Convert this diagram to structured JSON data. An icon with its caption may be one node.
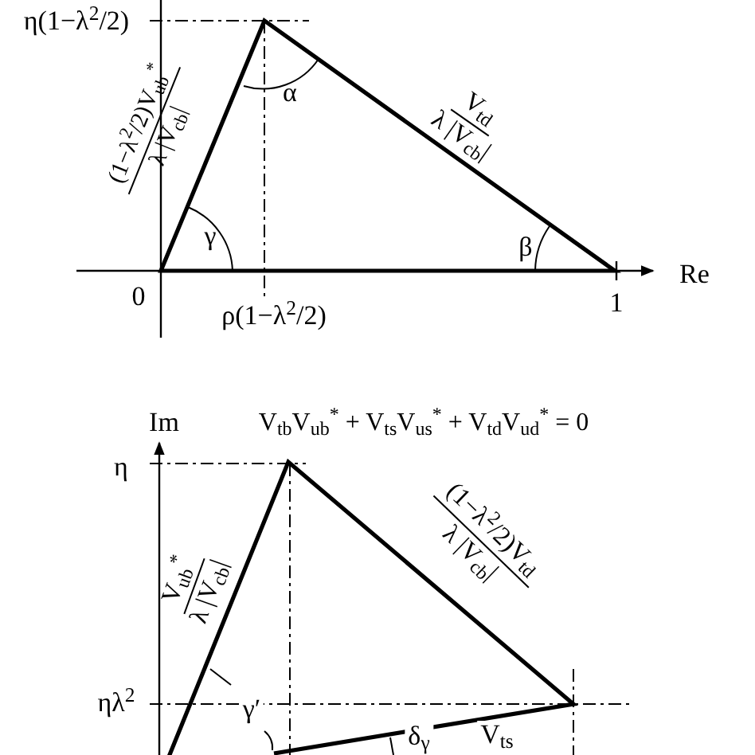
{
  "diagram": {
    "labels": [
      "η(1−λ$^{2}$/2)",
      "(1−λ$^{2}$/2)V$_{ub}$$^{*}$",
      "λ |V$_{cb}$|",
      "α",
      "V$_{td}$",
      "λ |V$_{cb}$|",
      "γ",
      "β",
      "Re",
      "0",
      "1",
      "ρ(1−λ$^{2}$/2)",
      "Im",
      "V$_{tb}$V$_{ub}$$^{*}$ + V$_{ts}$V$_{us}$$^{*}$ + V$_{td}$V$_{ud}$$^{*}$ = 0",
      "η",
      "V$_{ub}$$^{*}$",
      "λ |V$_{cb}$|",
      "(1−λ$^{2}$/2)V$_{td}$",
      "λ |V$_{cb}$|",
      "ηλ$^{2}$",
      "γ′",
      "δ$_{γ}$",
      "V$_{ts}$"
    ]
  }
}
